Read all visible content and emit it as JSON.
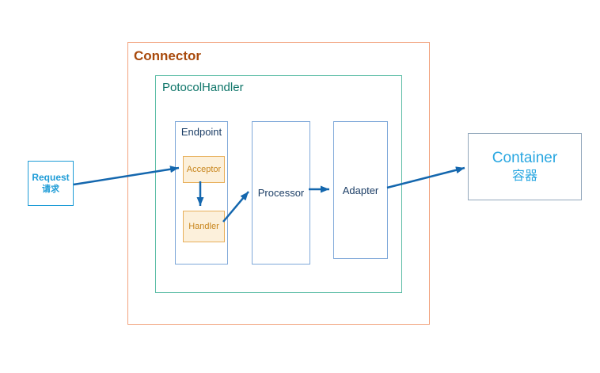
{
  "diagram": {
    "nodes": {
      "request": {
        "label": "Request",
        "sublabel": "请求"
      },
      "connector": {
        "label": "Connector"
      },
      "protocol_handler": {
        "label": "PotocolHandler"
      },
      "endpoint": {
        "label": "Endpoint"
      },
      "acceptor": {
        "label": "Acceptor"
      },
      "handler": {
        "label": "Handler"
      },
      "processor": {
        "label": "Processor"
      },
      "adapter": {
        "label": "Adapter"
      },
      "container": {
        "label": "Container",
        "sublabel": "容器"
      }
    },
    "edges": [
      {
        "from": "request",
        "to": "acceptor"
      },
      {
        "from": "acceptor",
        "to": "handler"
      },
      {
        "from": "handler",
        "to": "processor"
      },
      {
        "from": "processor",
        "to": "adapter"
      },
      {
        "from": "adapter",
        "to": "container"
      }
    ],
    "colors": {
      "connector_border": "#f2a37e",
      "connector_title": "#a8490b",
      "protocol_border": "#57bba3",
      "protocol_title": "#0e7569",
      "blue_box_border": "#7fa8d9",
      "blue_box_text": "#1c3e66",
      "orange_box_border": "#e8b05c",
      "orange_box_fill": "#fcf0db",
      "orange_box_text": "#c8861e",
      "request_accent": "#1e9cd7",
      "container_border": "#92a7bb",
      "container_text": "#29a7e1",
      "arrow": "#1467ae"
    }
  }
}
